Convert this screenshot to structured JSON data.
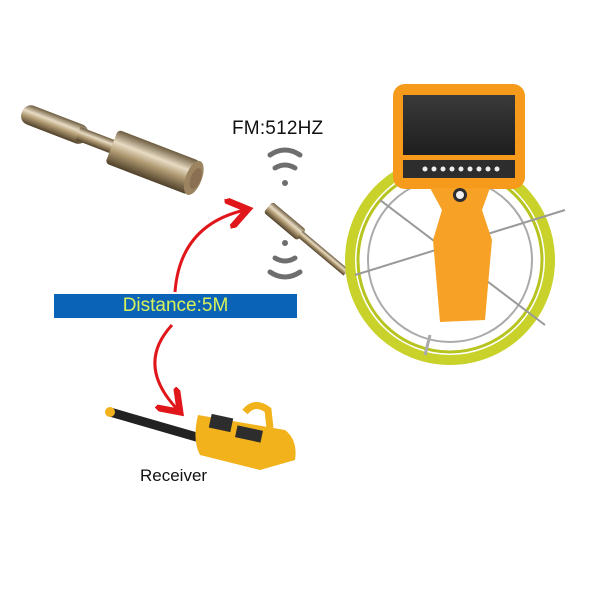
{
  "labels": {
    "frequency": "FM:512HZ",
    "distance": "Distance:5M",
    "receiver": "Receiver"
  },
  "colors": {
    "banner_bg": "#0b63b8",
    "banner_text": "#d8f25a",
    "arrow": "#e0161b",
    "device_orange": "#f59a1a",
    "cable_yellow": "#c8d22a",
    "receiver_yellow": "#f2b21c",
    "signal_gray": "#6e6e6e"
  },
  "components": [
    {
      "name": "camera-head",
      "description": "Brass camera probe head"
    },
    {
      "name": "transmitter-sonde",
      "description": "Sonde emitting 512Hz signal"
    },
    {
      "name": "control-unit",
      "description": "Monitor with handle and cable reel"
    },
    {
      "name": "receiver",
      "description": "Handheld locator receiver"
    }
  ]
}
